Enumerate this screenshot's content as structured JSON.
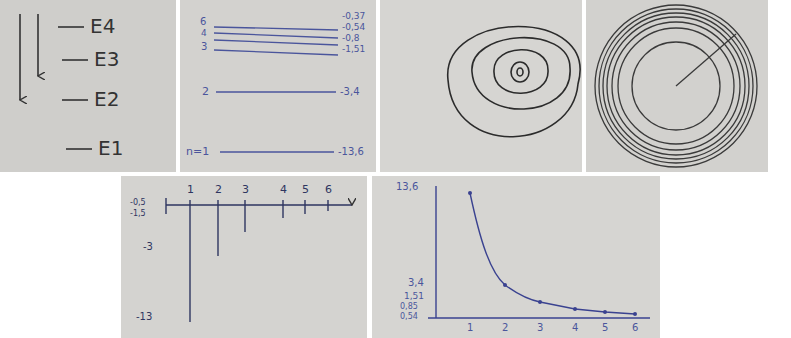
{
  "diagram": {
    "labels": [
      "E4",
      "E3",
      "E2",
      "E1",
      "6",
      "4",
      "3",
      "2",
      "n=1",
      "-0,37",
      "-0,54",
      "-0,8",
      "-1,51",
      "-3,4",
      "-13,6",
      "1",
      "2",
      "3",
      "4",
      "5",
      "6",
      "-0,5",
      "-1,5",
      "-3",
      "-13",
      "13,6",
      "3,4",
      "1,51",
      "0,85",
      "0,54",
      "1",
      "2",
      "3",
      "4",
      "5",
      "6"
    ]
  }
}
